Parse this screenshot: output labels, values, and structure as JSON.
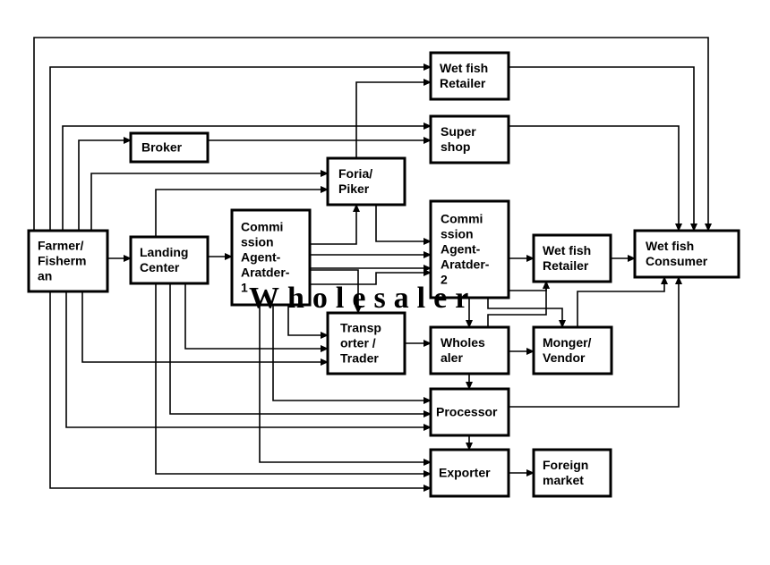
{
  "diagram": {
    "nodes": [
      {
        "id": "farmer",
        "lines": [
          "Farmer/",
          "Fisherm",
          "an"
        ]
      },
      {
        "id": "broker",
        "lines": [
          "Broker"
        ]
      },
      {
        "id": "landing",
        "lines": [
          "Landing",
          "Center"
        ]
      },
      {
        "id": "commission1",
        "lines": [
          "Commi",
          "ssion",
          "Agent-",
          "Aratder-",
          "1"
        ]
      },
      {
        "id": "foria",
        "lines": [
          "Foria/",
          "Piker"
        ]
      },
      {
        "id": "wetretailer_top",
        "lines": [
          "Wet fish",
          "Retailer"
        ]
      },
      {
        "id": "supershop",
        "lines": [
          "Super",
          "shop"
        ]
      },
      {
        "id": "commission2",
        "lines": [
          "Commi",
          "ssion",
          "Agent-",
          "Aratder-",
          "2"
        ]
      },
      {
        "id": "wetretailer_mid",
        "lines": [
          "Wet fish",
          "Retailer"
        ]
      },
      {
        "id": "consumer",
        "lines": [
          "Wet fish",
          "Consumer"
        ]
      },
      {
        "id": "transporter",
        "lines": [
          "Transp",
          "orter /",
          "Trader"
        ]
      },
      {
        "id": "wholesaler",
        "lines": [
          "Wholes",
          "aler"
        ]
      },
      {
        "id": "monger",
        "lines": [
          "Monger/",
          "Vendor"
        ]
      },
      {
        "id": "processor",
        "lines": [
          "Processor"
        ]
      },
      {
        "id": "exporter",
        "lines": [
          "Exporter"
        ]
      },
      {
        "id": "foreign",
        "lines": [
          "Foreign",
          "market"
        ]
      }
    ],
    "watermark": "Wholesaler"
  }
}
